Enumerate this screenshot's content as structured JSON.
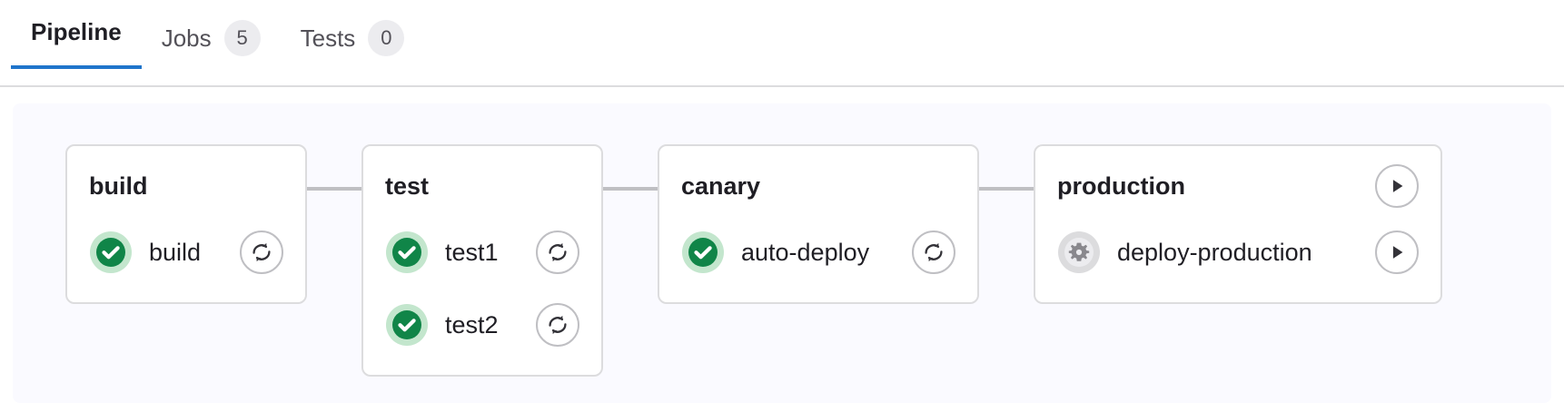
{
  "tabs": [
    {
      "label": "Pipeline",
      "badge": null,
      "active": true,
      "name": "tab-pipeline"
    },
    {
      "label": "Jobs",
      "badge": "5",
      "active": false,
      "name": "tab-jobs"
    },
    {
      "label": "Tests",
      "badge": "0",
      "active": false,
      "name": "tab-tests"
    }
  ],
  "colors": {
    "accent": "#1f75cb",
    "success": "#108548",
    "success_ring": "#c3e6cd",
    "manual": "#89888d",
    "manual_ring": "#dcdcde",
    "canvas_bg": "#fafaff",
    "card_border": "#dcdcde",
    "connector": "#bfbfc3"
  },
  "pipeline": {
    "stages": [
      {
        "name": "build",
        "title": "build",
        "header_action": null,
        "jobs": [
          {
            "name": "build",
            "status": "success",
            "status_icon": "check-circle-icon",
            "action": "retry",
            "action_icon": "retry-icon"
          }
        ]
      },
      {
        "name": "test",
        "title": "test",
        "header_action": null,
        "jobs": [
          {
            "name": "test1",
            "status": "success",
            "status_icon": "check-circle-icon",
            "action": "retry",
            "action_icon": "retry-icon"
          },
          {
            "name": "test2",
            "status": "success",
            "status_icon": "check-circle-icon",
            "action": "retry",
            "action_icon": "retry-icon"
          }
        ]
      },
      {
        "name": "canary",
        "title": "canary",
        "header_action": null,
        "jobs": [
          {
            "name": "auto-deploy",
            "status": "success",
            "status_icon": "check-circle-icon",
            "action": "retry",
            "action_icon": "retry-icon"
          }
        ]
      },
      {
        "name": "production",
        "title": "production",
        "header_action": "play",
        "header_action_icon": "play-icon",
        "jobs": [
          {
            "name": "deploy-production",
            "status": "manual",
            "status_icon": "gear-icon",
            "action": "play",
            "action_icon": "play-icon"
          }
        ]
      }
    ]
  }
}
